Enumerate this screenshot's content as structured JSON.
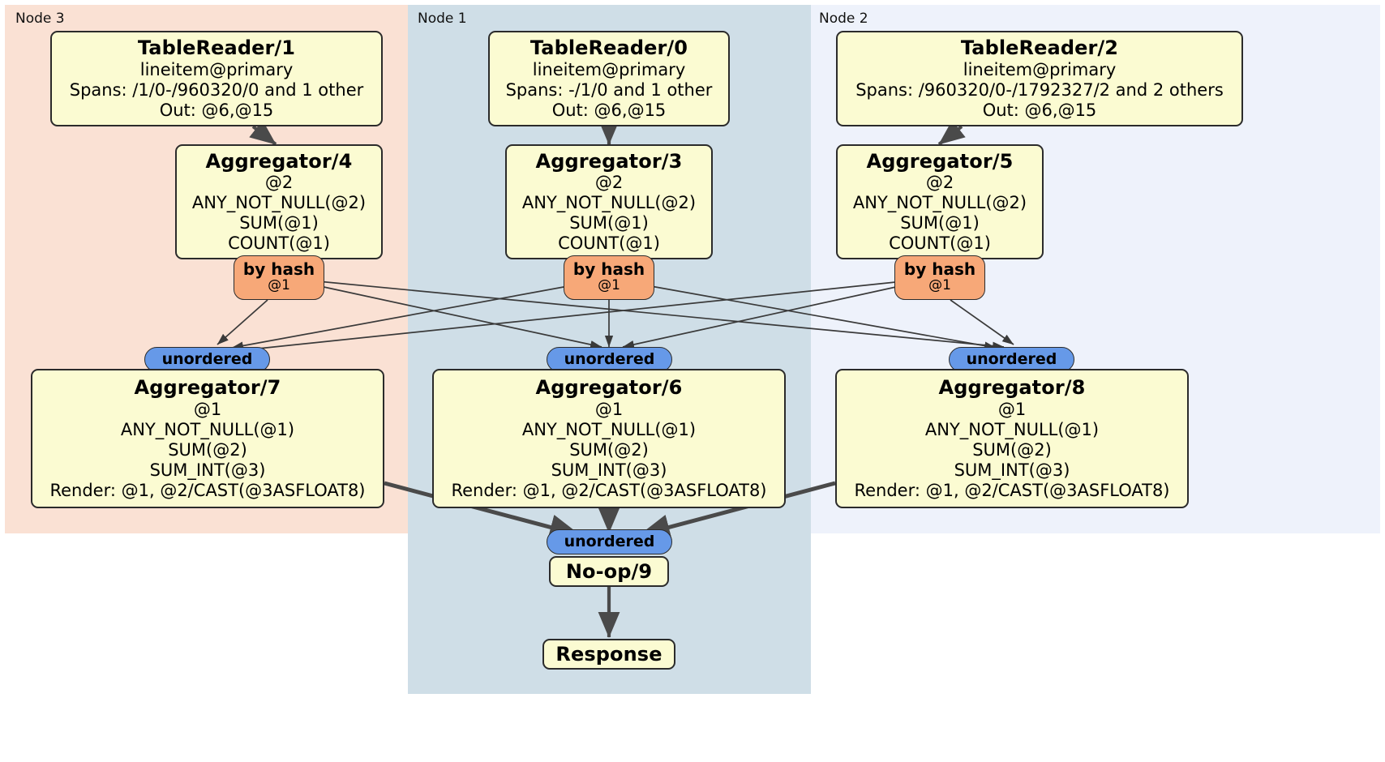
{
  "diagram": {
    "type": "distributed-query-plan",
    "colors": {
      "node3_panel": "#fae1d4",
      "node1_panel": "#cfdee7",
      "node2_panel": "#eef2fb",
      "box_fill": "#fbfbd2",
      "box_stroke": "#2b2b2b",
      "hash_badge": "#f7a878",
      "unordered_badge": "#6699e8",
      "edge": "#4a4a4a",
      "edge_thin": "#3a3a3a"
    },
    "panels": [
      {
        "id": "node3",
        "label": "Node 3"
      },
      {
        "id": "node1",
        "label": "Node 1"
      },
      {
        "id": "node2",
        "label": "Node 2"
      }
    ],
    "boxes": {
      "tablereader_1": {
        "title": "TableReader/1",
        "lines": [
          "lineitem@primary",
          "Spans: /1/0-/960320/0 and 1 other",
          "Out: @6,@15"
        ]
      },
      "tablereader_0": {
        "title": "TableReader/0",
        "lines": [
          "lineitem@primary",
          "Spans: -/1/0 and 1 other",
          "Out: @6,@15"
        ]
      },
      "tablereader_2": {
        "title": "TableReader/2",
        "lines": [
          "lineitem@primary",
          "Spans: /960320/0-/1792327/2 and 2 others",
          "Out: @6,@15"
        ]
      },
      "aggregator_4": {
        "title": "Aggregator/4",
        "lines": [
          "@2",
          "ANY_NOT_NULL(@2)",
          "SUM(@1)",
          "COUNT(@1)"
        ]
      },
      "aggregator_3": {
        "title": "Aggregator/3",
        "lines": [
          "@2",
          "ANY_NOT_NULL(@2)",
          "SUM(@1)",
          "COUNT(@1)"
        ]
      },
      "aggregator_5": {
        "title": "Aggregator/5",
        "lines": [
          "@2",
          "ANY_NOT_NULL(@2)",
          "SUM(@1)",
          "COUNT(@1)"
        ]
      },
      "aggregator_7": {
        "title": "Aggregator/7",
        "lines": [
          "@1",
          "ANY_NOT_NULL(@1)",
          "SUM(@2)",
          "SUM_INT(@3)",
          "Render: @1, @2/CAST(@3ASFLOAT8)"
        ]
      },
      "aggregator_6": {
        "title": "Aggregator/6",
        "lines": [
          "@1",
          "ANY_NOT_NULL(@1)",
          "SUM(@2)",
          "SUM_INT(@3)",
          "Render: @1, @2/CAST(@3ASFLOAT8)"
        ]
      },
      "aggregator_8": {
        "title": "Aggregator/8",
        "lines": [
          "@1",
          "ANY_NOT_NULL(@1)",
          "SUM(@2)",
          "SUM_INT(@3)",
          "Render: @1, @2/CAST(@3ASFLOAT8)"
        ]
      },
      "noop_9": {
        "title": "No-op/9",
        "lines": []
      },
      "response": {
        "title": "Response",
        "lines": []
      }
    },
    "badges": {
      "hash_4": {
        "label": "by hash",
        "sub": "@1"
      },
      "hash_3": {
        "label": "by hash",
        "sub": "@1"
      },
      "hash_5": {
        "label": "by hash",
        "sub": "@1"
      },
      "unordered_7": {
        "label": "unordered"
      },
      "unordered_6": {
        "label": "unordered"
      },
      "unordered_8": {
        "label": "unordered"
      },
      "unordered_9": {
        "label": "unordered"
      }
    }
  }
}
